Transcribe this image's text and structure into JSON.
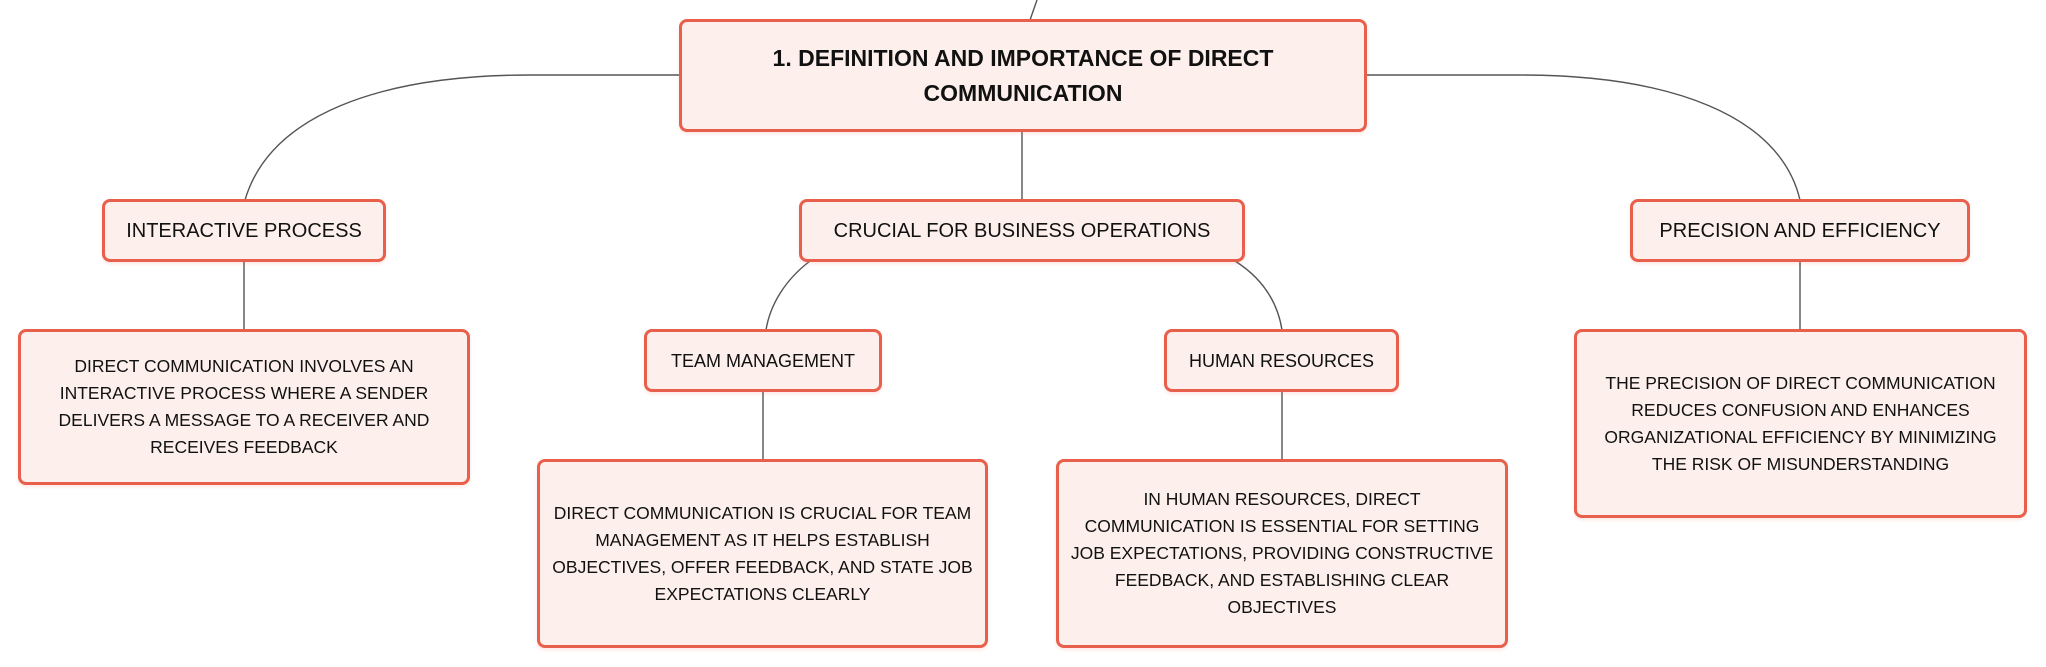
{
  "diagram": {
    "root": {
      "label": "1. DEFINITION AND IMPORTANCE OF DIRECT COMMUNICATION"
    },
    "interactive": {
      "label": "INTERACTIVE PROCESS",
      "detail": "DIRECT COMMUNICATION INVOLVES AN INTERACTIVE PROCESS WHERE A SENDER DELIVERS A MESSAGE TO A RECEIVER AND RECEIVES FEEDBACK"
    },
    "business": {
      "label": "CRUCIAL FOR BUSINESS OPERATIONS",
      "team": {
        "label": "TEAM MANAGEMENT",
        "detail": "DIRECT COMMUNICATION IS CRUCIAL FOR TEAM MANAGEMENT AS IT HELPS ESTABLISH OBJECTIVES, OFFER FEEDBACK, AND STATE JOB EXPECTATIONS CLEARLY"
      },
      "hr": {
        "label": "HUMAN RESOURCES",
        "detail": "IN HUMAN RESOURCES, DIRECT COMMUNICATION IS ESSENTIAL FOR SETTING JOB EXPECTATIONS, PROVIDING CONSTRUCTIVE FEEDBACK, AND ESTABLISHING CLEAR OBJECTIVES"
      }
    },
    "precision": {
      "label": "PRECISION AND EFFICIENCY",
      "detail": "THE PRECISION OF DIRECT COMMUNICATION REDUCES CONFUSION AND ENHANCES ORGANIZATIONAL EFFICIENCY BY MINIMIZING THE RISK OF MISUNDERSTANDING"
    }
  },
  "colors": {
    "node_fill": "#fdf0ec",
    "node_border": "#e8604c",
    "connector": "#555555",
    "text": "#111111"
  }
}
